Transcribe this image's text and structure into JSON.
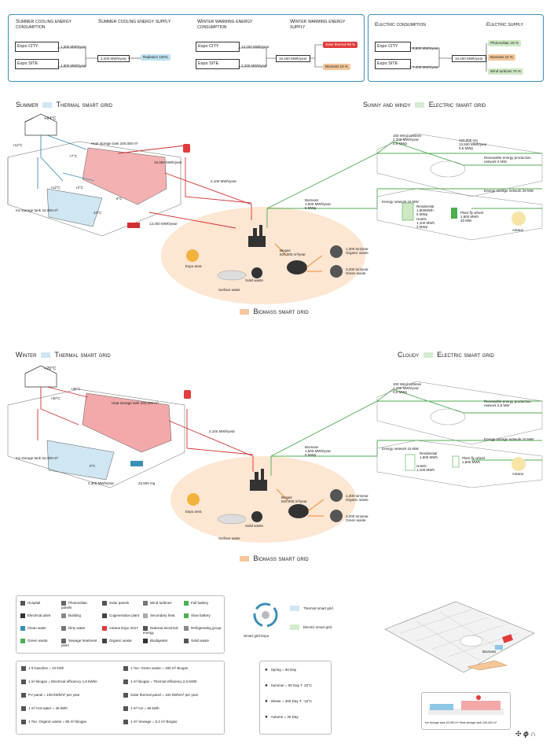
{
  "top": {
    "left": {
      "summer_cons": "Summer cooling energy consumption",
      "summer_supply": "Summer cooling energy supply",
      "winter_cons": "Winter warming energy consumption",
      "winter_supply": "Winter warming energy supply",
      "expo_city": "Expo CITY",
      "expo_site": "Expo SITE",
      "s_city_val": "1,300 MWh/year",
      "s_site_val": "1,900 MWh/year",
      "s_sum_val": "3,200 MWh/year",
      "s_supply": "Radiation 100%",
      "w_city_val": "13,200 MWh/year",
      "w_site_val": "2,200 MWh/year",
      "w_sum_val": "15,400 MWh/year",
      "w_supply_1": "Solar thermal 90 %",
      "w_supply_2": "Biomass 10 %"
    },
    "right": {
      "cons": "Electric consumption",
      "supply": "Electric supply",
      "expo_city": "Expo CITY",
      "expo_site": "Expo SITE",
      "city_val": "8,800 MWh/year",
      "site_val": "7,400 MWh/year",
      "sum_val": "16,200 MWh/year",
      "s1": "Photovoltaic 15 %",
      "s2": "Biomass 10 %",
      "s3": "Wind turbines 75 %"
    }
  },
  "summer": {
    "title_a": "Summer",
    "title_b": "Thermal smart grid",
    "temp_top": "+24°C",
    "temp_left": "+12°C",
    "temp_1": "+7°C",
    "temp_2": "+12°C",
    "temp_3": "+2°C",
    "temp_4": "-10°C",
    "temp_5": "8°C",
    "heat_tank": "Heat storage tank 340,000 m³",
    "ice_tank": "Ice storage tank 42,000 m³",
    "val1": "15,400 MWh/year",
    "val2": "2,100 MWh/year",
    "val3": "13,300 MWh/year"
  },
  "sunny": {
    "title_a": "Sunny and windy",
    "title_b": "Electric smart grid",
    "wind": "100 Wind turbines\n1,200 MWh/year\n0,5 MWp",
    "solar": "120,000 mq\n13,500 MWh/year\n9,5 MWp",
    "renew": "Renewable energy production network",
    "renew_val": "9 MW",
    "storage": "Energy storage network",
    "storage_val": "29 MW",
    "energy_net": "Energy network",
    "energy_net_val": "15 MW",
    "biomass": "Biomass\n1,500 MWh/year\n5 MWp",
    "residential": "Residential\n1,800MWh\n5 MWp",
    "hotels": "Hotels\n1,100 MWh\n3 MWp",
    "plant": "Plant fly wheel\n1,800 MWh\n20 MW",
    "astana": "Astana"
  },
  "biomass1": {
    "expo_area": "Expo area",
    "surface_water": "Surface water",
    "solid_waste": "Solid waste",
    "biogas": "Biogas\n820,000 m³/year",
    "organic": "1,300 ton/year\nOrganic waste",
    "green": "3,200 ton/year\nGreen waste",
    "title": "Biomass smart grid"
  },
  "winter": {
    "title_a": "Winter",
    "title_b": "Thermal smart grid",
    "temp_top": "+20°C",
    "temp_1": "+35°C",
    "temp_2": "+30°C",
    "temp_3": "0°C",
    "heat_tank": "Heat storage tank 340,000 m³",
    "ice_tank": "Ice storage tank 42,000 m³",
    "val1": "2,100 MWh/year",
    "val2": "2,300 MWh/year",
    "val3": "22,500 mq"
  },
  "cloudy": {
    "title_a": "Cloudy",
    "title_b": "Electric smart grid",
    "wind": "100 Wind turbines\n1,200 MWh/year\n0,5 MWp",
    "renew": "Renewable energy production network",
    "renew_val": "5,5 MW",
    "storage": "Energy storage network",
    "storage_val": "10 MW",
    "energy_net": "Energy network",
    "energy_net_val": "15 MW",
    "biomass": "Biomass\n1,500 MWh/year\n5 MWp",
    "residential": "Residential\n1,800 MWh",
    "hotels": "Hotels\n1,100 MWh",
    "plant": "Plant fly wheel\n1,800 MWh",
    "astana": "Astana"
  },
  "biomass2": {
    "expo_area": "Expo area",
    "surface_water": "Surface water",
    "solid_waste": "Solid waste",
    "biogas": "Biogas\n820,000 m³/year",
    "organic": "1,300 ton/year\nOrganic waste",
    "green": "3,200 ton/year\nGreen waste",
    "title": "Biomass smart grid"
  },
  "legend": [
    "Hospital",
    "Photovoltaic panels",
    "Solar panels",
    "Wind turbines",
    "Full battery",
    "Electrical plant",
    "Building",
    "Cogeneration plant",
    "Secondary heat",
    "Slow battery",
    "Clean water",
    "Dirty water",
    "Astana Expo 2017",
    "National electrical energy",
    "Refrigerating group",
    "Green waste",
    "Sewage treatment plant",
    "Organic waste",
    "Biodigester",
    "Solid waste"
  ],
  "equivalences": [
    "1 lt Gasoline = 10 kWh",
    "1 Ton. Green waste = 150 m³ Biogas",
    "1 m³ Biogas = Electrical efficiency 1,8 kWhe",
    "1 m³ Biogas = Thermal efficiency 2,5 kWht",
    "PV panel = 108 kWh/m² per year",
    "Solar thermal panel = 102 kWh/m² per year",
    "1 m³ Hot water = 46 kWh",
    "1 m³ Ice = 56 kWh",
    "1 Ton. Organic waste = 85 m³ Biogas",
    "1 m³ Sewage = 0,2 m³ Biogas"
  ],
  "smart_grid_expo": {
    "label": "Smart grid Expo",
    "thermal": "Thermal smart grid",
    "electric": "Electric smart grid"
  },
  "seasons": [
    "Spring = 60 Day",
    "Summer = 90 Day T. 20°C",
    "Winter = 300 Day T. -15°C",
    "Autumn = 30 Day"
  ],
  "map": {
    "biomass": "Biomass",
    "tanks": "Ice storage tank 42,000 m³   Heat storage tank 340,000 m³"
  }
}
